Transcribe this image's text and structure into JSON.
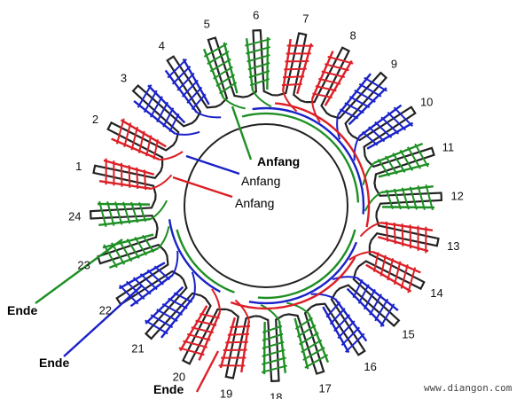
{
  "colors": {
    "phase_a": "#dd1f26",
    "phase_b": "#1a22c8",
    "phase_c": "#1e8f24",
    "stator": "#222222",
    "background": "#ffffff"
  },
  "slots": [
    "1",
    "2",
    "3",
    "4",
    "5",
    "6",
    "7",
    "8",
    "9",
    "10",
    "11",
    "12",
    "13",
    "14",
    "15",
    "16",
    "17",
    "18",
    "19",
    "20",
    "21",
    "22",
    "23",
    "24"
  ],
  "slot_phase": [
    "a",
    "a",
    "b",
    "b",
    "c",
    "c",
    "a",
    "a",
    "b",
    "b",
    "c",
    "c",
    "a",
    "a",
    "b",
    "b",
    "c",
    "c",
    "a",
    "a",
    "b",
    "b",
    "c",
    "c"
  ],
  "labels": {
    "start_green": "Anfang",
    "start_blue": "Anfang",
    "start_red": "Anfang",
    "end_green": "Ende",
    "end_blue": "Ende",
    "end_red": "Ende"
  },
  "watermark": "www.diangon.com"
}
